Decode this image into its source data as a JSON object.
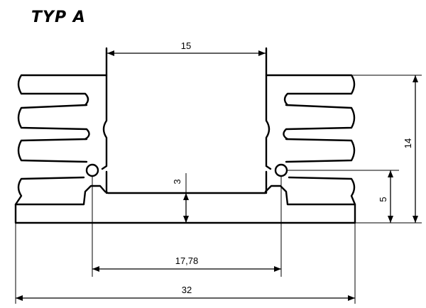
{
  "title": "TYP A",
  "dimensions": {
    "top_width": "15",
    "base_thickness": "3",
    "hole_spacing": "17,78",
    "total_width": "32",
    "total_height": "14",
    "hole_height": "5"
  }
}
